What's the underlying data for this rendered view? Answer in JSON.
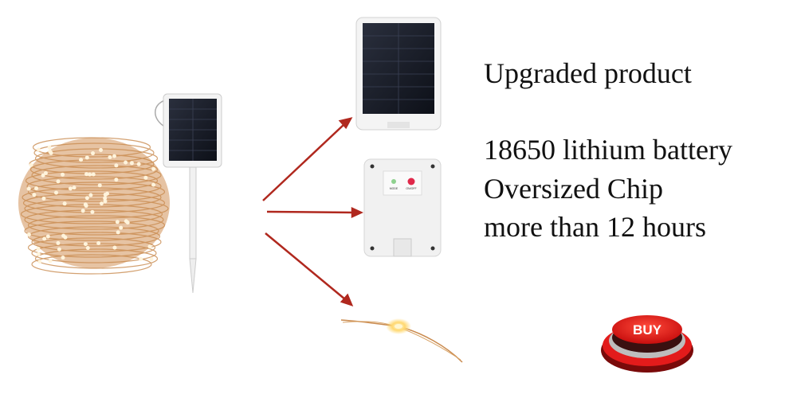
{
  "headline": "Upgraded product",
  "features": [
    "18650 lithium battery",
    "Oversized Chip",
    "more than 12 hours"
  ],
  "battery_box": {
    "mode_label": "MODE",
    "power_label": "ON/OFF"
  },
  "buy_button": {
    "label": "BUY",
    "color": "#e31b1b"
  },
  "arrow_color": "#b0281e",
  "wire_color": "#c98a4e"
}
